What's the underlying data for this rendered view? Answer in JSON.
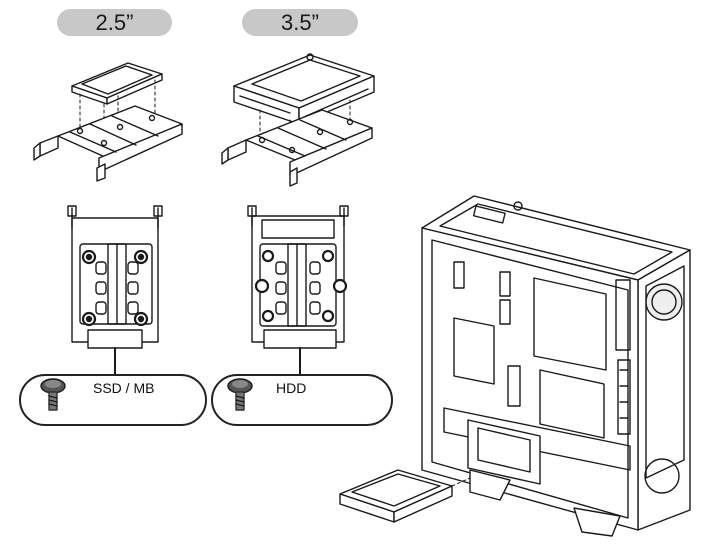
{
  "sizes": {
    "ssd_size_label": "2.5”",
    "hdd_size_label": "3.5”"
  },
  "screws": {
    "ssd_label": "SSD / MB",
    "hdd_label": "HDD"
  },
  "icons": [
    "screw-icon",
    "drive-cage-icon",
    "hdd-icon",
    "ssd-icon",
    "pc-case-icon"
  ]
}
